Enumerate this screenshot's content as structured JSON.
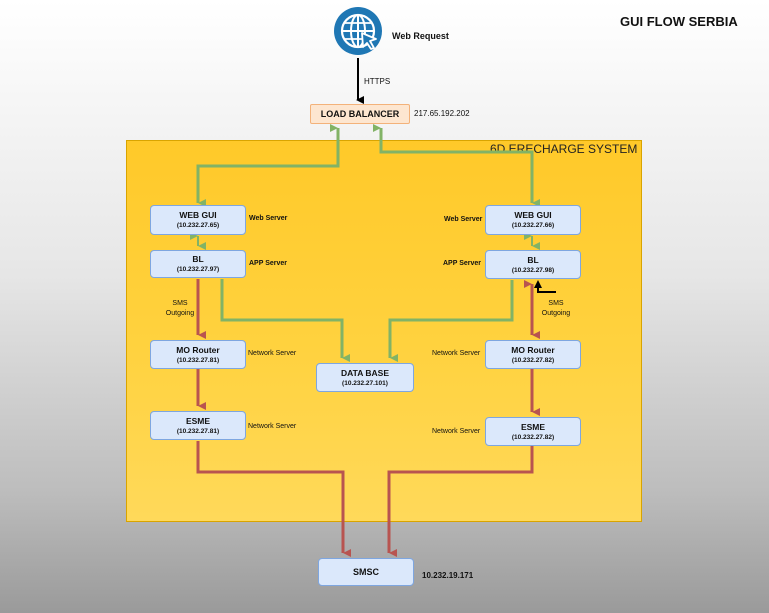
{
  "title": "GUI  FLOW SERBIA",
  "web_request": "Web Request",
  "https": "HTTPS",
  "load_balancer": {
    "label": "LOAD BALANCER",
    "ip": "217.65.192.202"
  },
  "system_title": "6D ERECHARGE SYSTEM",
  "left": {
    "web_gui": {
      "name": "WEB GUI",
      "ip": "(10.232.27.65)",
      "role": "Web Server"
    },
    "bl": {
      "name": "BL",
      "ip": "(10.232.27.97)",
      "role": "APP Server"
    },
    "sms_label": "SMS\nOutgoing",
    "mo_router": {
      "name": "MO Router",
      "ip": "(10.232.27.81)",
      "role": "Network Server"
    },
    "esme": {
      "name": "ESME",
      "ip": "(10.232.27.81)",
      "role": "Network Server"
    }
  },
  "right": {
    "web_gui": {
      "name": "WEB GUI",
      "ip": "(10.232.27.66)",
      "role": "Web Server"
    },
    "bl": {
      "name": "BL",
      "ip": "(10.232.27.98)",
      "role": "APP Server"
    },
    "sms_label": "SMS\nOutgoing",
    "mo_router": {
      "name": "MO Router",
      "ip": "(10.232.27.82)",
      "role": "Network Server"
    },
    "esme": {
      "name": "ESME",
      "ip": "(10.232.27.82)",
      "role": "Network Server"
    }
  },
  "database": {
    "name": "DATA BASE",
    "ip": "(10.232.27.101)"
  },
  "smsc": {
    "name": "SMSC",
    "ip": "10.232.19.171"
  },
  "colors": {
    "green_link": "#82b366",
    "red_link": "#b85450",
    "globe": "#1f77b4",
    "node_fill": "#dbe8fb",
    "system_fill": "#ffc929"
  }
}
